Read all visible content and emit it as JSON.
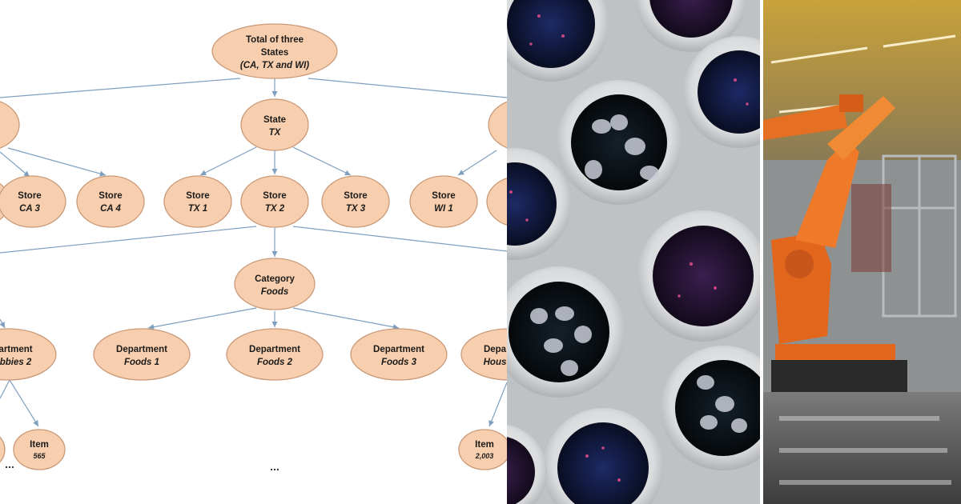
{
  "diagram": {
    "root": {
      "line1": "Total of three",
      "line2": "States",
      "line3": "(CA, TX and WI)"
    },
    "state": {
      "label": "State",
      "sub": "TX"
    },
    "stores": [
      {
        "label": "Store",
        "sub": "CA 3"
      },
      {
        "label": "Store",
        "sub": "CA 4"
      },
      {
        "label": "Store",
        "sub": "TX 1"
      },
      {
        "label": "Store",
        "sub": "TX 2"
      },
      {
        "label": "Store",
        "sub": "TX 3"
      },
      {
        "label": "Store",
        "sub": "WI 1"
      }
    ],
    "category": {
      "label": "Category",
      "sub": "Foods"
    },
    "departments": [
      {
        "label": "partment",
        "sub": "obbies 2"
      },
      {
        "label": "Department",
        "sub": "Foods 1"
      },
      {
        "label": "Department",
        "sub": "Foods 2"
      },
      {
        "label": "Department",
        "sub": "Foods 3"
      },
      {
        "label": "Depa",
        "sub": "Hous"
      }
    ],
    "items": [
      {
        "label": "Item",
        "sub": "565"
      },
      {
        "label": "Item",
        "sub": "2,003"
      }
    ],
    "ellipsis": "..."
  },
  "colors": {
    "node_fill": "#f8cfae",
    "node_stroke": "#c99a79",
    "edge": "#7f9fbf"
  }
}
